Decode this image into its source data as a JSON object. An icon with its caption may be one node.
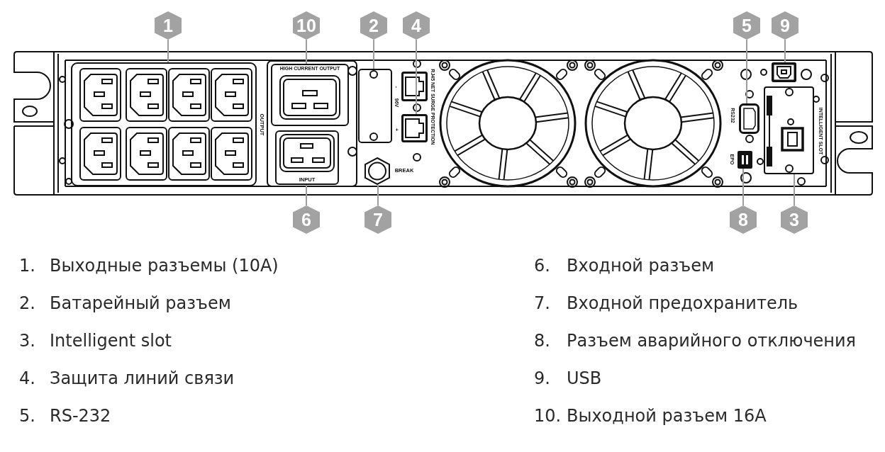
{
  "diagram": {
    "nodes": [
      {
        "text": [
          "1"
        ]
      },
      {
        "text": [
          "10"
        ]
      },
      {
        "text": [
          "2"
        ]
      },
      {
        "text": [
          "4"
        ]
      },
      {
        "text": [
          "5"
        ]
      },
      {
        "text": [
          "9"
        ]
      },
      {
        "text": [
          "6"
        ]
      },
      {
        "text": [
          "7"
        ]
      },
      {
        "text": [
          "8"
        ]
      },
      {
        "text": [
          "3"
        ]
      },
      {
        "text": [],
        "shape": "box",
        "beside": [
          "OUTPUT"
        ]
      },
      {
        "text": [
          "HIGH CURRENT OUTPUT"
        ]
      },
      {
        "text": [],
        "shape": "box",
        "beside": [
          "-",
          "96V",
          "+"
        ]
      },
      {
        "text": [],
        "shape": "box",
        "beside": [
          "RJ45 NET SURGE PROTECTION"
        ]
      },
      {
        "text": [],
        "shape": "box",
        "beside": [
          "RS232"
        ]
      },
      {
        "text": [],
        "shape": "box"
      },
      {
        "text": [
          "INPUT"
        ]
      },
      {
        "text": [],
        "shape": "circle",
        "beside": [
          "BREAK"
        ]
      },
      {
        "text": [],
        "shape": "box",
        "beside": [
          "EPO"
        ]
      },
      {
        "text": [],
        "shape": "box",
        "beside": [
          "INTELLIGENT SLOT"
        ]
      }
    ],
    "edges": [
      {
        "from": 0,
        "to": 10,
        "arrow": "none"
      },
      {
        "from": 1,
        "to": 11,
        "arrow": "none"
      },
      {
        "from": 2,
        "to": 12,
        "arrow": "none"
      },
      {
        "from": 3,
        "to": 13,
        "arrow": "none"
      },
      {
        "from": 4,
        "to": 14,
        "arrow": "none"
      },
      {
        "from": 5,
        "to": 15,
        "arrow": "none"
      },
      {
        "from": 6,
        "to": 16,
        "arrow": "none"
      },
      {
        "from": 7,
        "to": 17,
        "arrow": "none"
      },
      {
        "from": 8,
        "to": 18,
        "arrow": "none"
      },
      {
        "from": 9,
        "to": 19,
        "arrow": "none"
      }
    ],
    "labels": [
      "1.",
      "Выходные разъемы (10A)",
      "6.",
      "Входной разъем",
      "2.",
      "Батарейный разъем",
      "7.",
      "Входной предохранитель",
      "3.",
      "Intelligent slot",
      "8.",
      "Разъем аварийного отключения",
      "4.",
      "Защита линий связи",
      "9.",
      "USB",
      "5.",
      "RS-232",
      "10.",
      "Выходной разъем 16A"
    ]
  }
}
